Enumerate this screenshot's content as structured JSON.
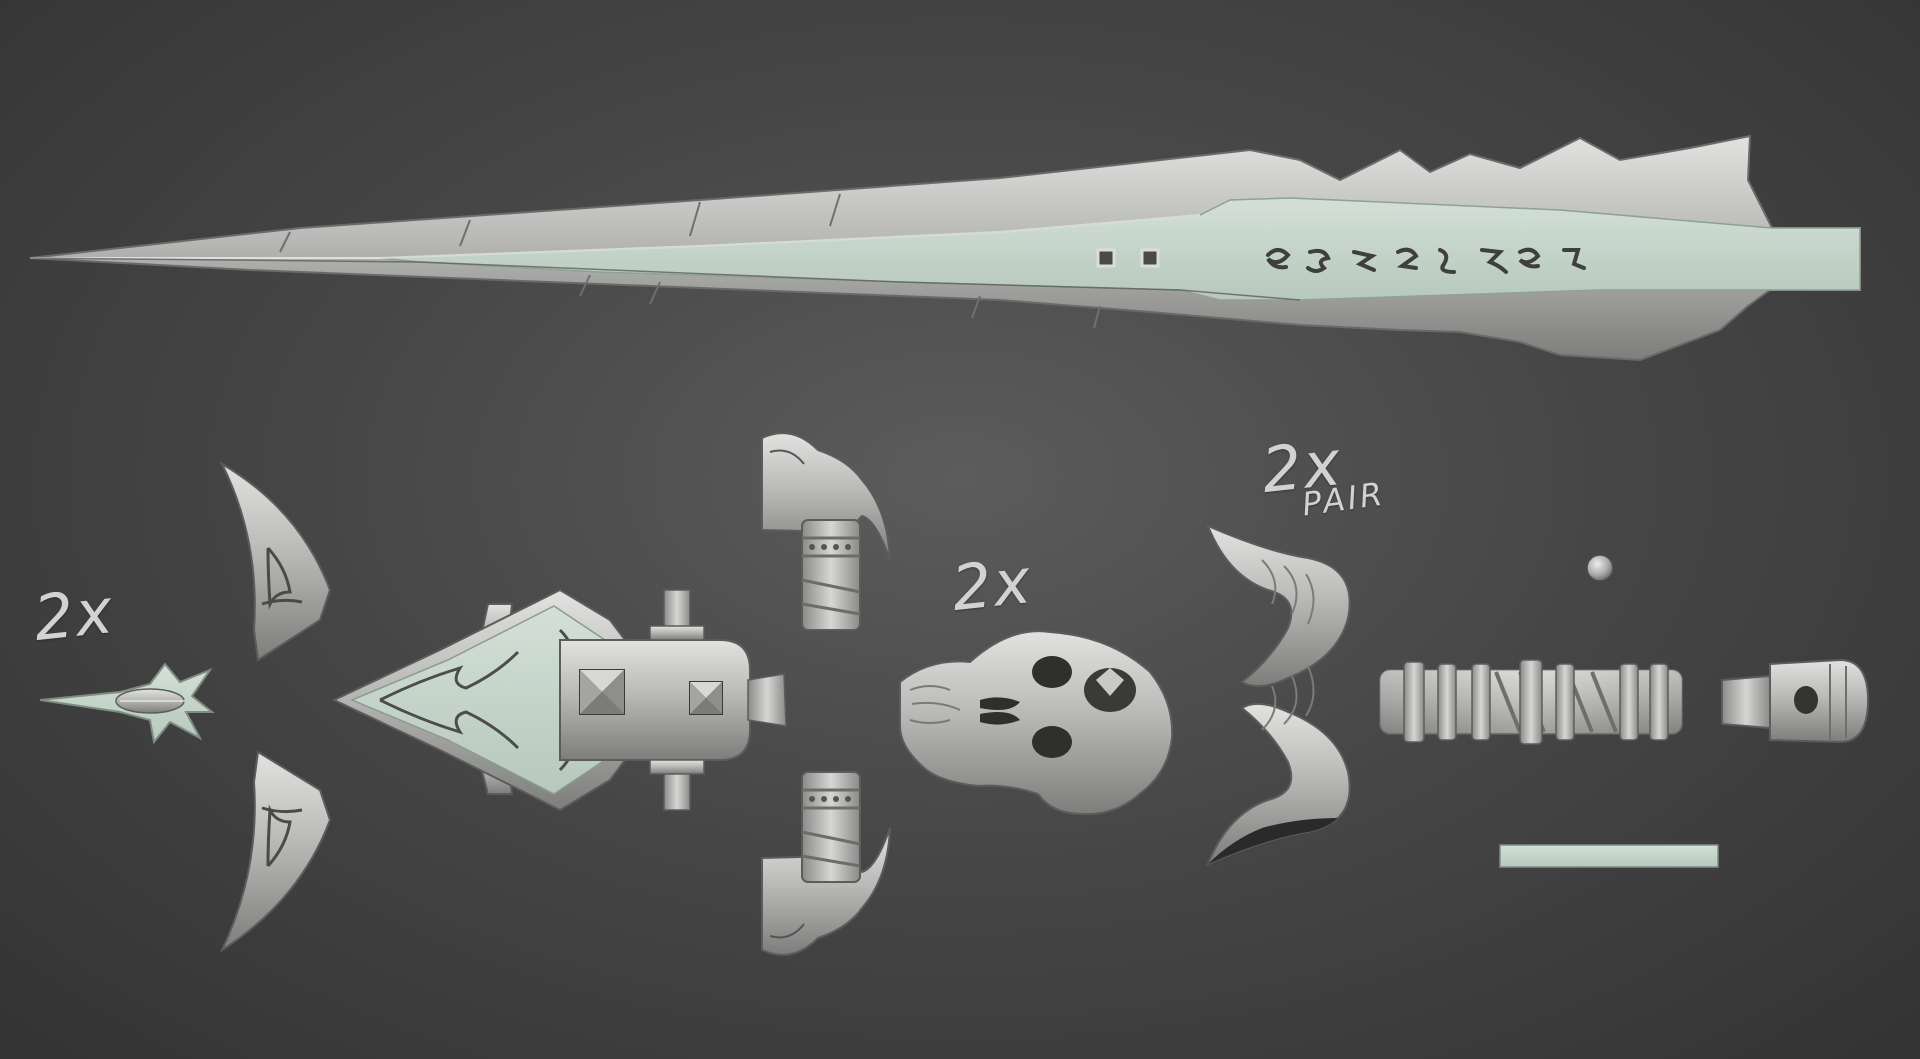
{
  "labels": {
    "quantity_left_guard": "2x",
    "quantity_skull": "2x",
    "quantity_horns": "2x",
    "pair_note": "PAIR"
  },
  "icons": {
    "blade": "sword-blade",
    "crossguard": "crossguard-core",
    "claw_spikes": "curved-spike",
    "gem_piece": "pommel-gem-piece",
    "grip": "grip-handle",
    "skull": "skull",
    "horns": "ram-horn",
    "pommel": "pommel-cap",
    "bead": "small-bead",
    "bar": "strip-plate"
  },
  "colors": {
    "background_center": "#5c5c5c",
    "background_edge": "#333333",
    "metal_light": "#c9cac8",
    "metal_mid": "#a3a4a2",
    "metal_dark": "#6e6f6d",
    "mint_panel": "#c5d4ca",
    "label_ink": "#d2d2d2"
  }
}
